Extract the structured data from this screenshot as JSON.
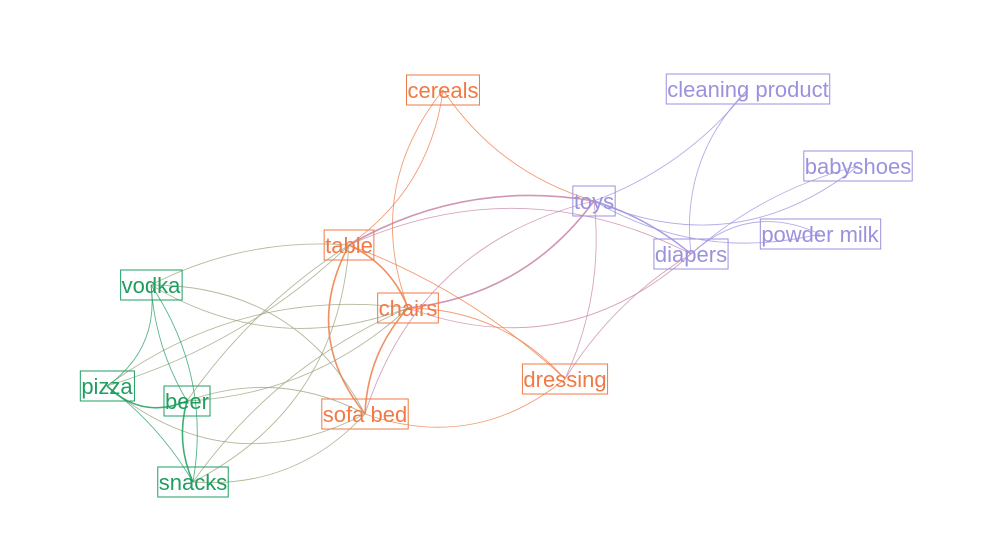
{
  "colors": {
    "green": "#1f9e60",
    "orange": "#f07a45",
    "purple": "#9b92dd",
    "olive": "#9aa27a",
    "mauve": "#c884a8"
  },
  "nodes": [
    {
      "id": "cereals",
      "label": "cereals",
      "group": "orange"
    },
    {
      "id": "cleaning",
      "label": "cleaning product",
      "group": "purple"
    },
    {
      "id": "babyshoes",
      "label": "babyshoes",
      "group": "purple"
    },
    {
      "id": "toys",
      "label": "toys",
      "group": "purple"
    },
    {
      "id": "powdermilk",
      "label": "powder milk",
      "group": "purple"
    },
    {
      "id": "diapers",
      "label": "diapers",
      "group": "purple"
    },
    {
      "id": "table",
      "label": "table",
      "group": "orange"
    },
    {
      "id": "vodka",
      "label": "vodka",
      "group": "green"
    },
    {
      "id": "chairs",
      "label": "chairs",
      "group": "orange"
    },
    {
      "id": "pizza",
      "label": "pizza",
      "group": "green"
    },
    {
      "id": "dressing",
      "label": "dressing",
      "group": "orange"
    },
    {
      "id": "beer",
      "label": "beer",
      "group": "green"
    },
    {
      "id": "sofabed",
      "label": "sofa bed",
      "group": "orange"
    },
    {
      "id": "snacks",
      "label": "snacks",
      "group": "green"
    }
  ],
  "edges": [
    {
      "source": "cereals",
      "target": "toys",
      "color": "orange"
    },
    {
      "source": "cereals",
      "target": "table",
      "color": "orange"
    },
    {
      "source": "cereals",
      "target": "chairs",
      "color": "orange"
    },
    {
      "source": "cleaning",
      "target": "toys",
      "color": "purple"
    },
    {
      "source": "cleaning",
      "target": "diapers",
      "color": "purple"
    },
    {
      "source": "babyshoes",
      "target": "toys",
      "color": "purple"
    },
    {
      "source": "babyshoes",
      "target": "diapers",
      "color": "purple"
    },
    {
      "source": "powdermilk",
      "target": "toys",
      "color": "purple"
    },
    {
      "source": "powdermilk",
      "target": "diapers",
      "color": "purple"
    },
    {
      "source": "toys",
      "target": "diapers",
      "color": "purple",
      "strong": true
    },
    {
      "source": "toys",
      "target": "table",
      "color": "mauve",
      "strong": true
    },
    {
      "source": "toys",
      "target": "chairs",
      "color": "mauve",
      "strong": true
    },
    {
      "source": "toys",
      "target": "sofabed",
      "color": "mauve"
    },
    {
      "source": "toys",
      "target": "dressing",
      "color": "mauve"
    },
    {
      "source": "diapers",
      "target": "table",
      "color": "mauve"
    },
    {
      "source": "diapers",
      "target": "chairs",
      "color": "mauve"
    },
    {
      "source": "diapers",
      "target": "dressing",
      "color": "mauve"
    },
    {
      "source": "table",
      "target": "chairs",
      "color": "orange",
      "strong": true
    },
    {
      "source": "table",
      "target": "sofabed",
      "color": "orange",
      "strong": true
    },
    {
      "source": "table",
      "target": "dressing",
      "color": "orange"
    },
    {
      "source": "chairs",
      "target": "sofabed",
      "color": "orange",
      "strong": true
    },
    {
      "source": "chairs",
      "target": "dressing",
      "color": "orange"
    },
    {
      "source": "sofabed",
      "target": "dressing",
      "color": "orange"
    },
    {
      "source": "vodka",
      "target": "table",
      "color": "olive"
    },
    {
      "source": "vodka",
      "target": "chairs",
      "color": "olive"
    },
    {
      "source": "vodka",
      "target": "sofabed",
      "color": "olive"
    },
    {
      "source": "pizza",
      "target": "table",
      "color": "olive"
    },
    {
      "source": "pizza",
      "target": "chairs",
      "color": "olive"
    },
    {
      "source": "pizza",
      "target": "sofabed",
      "color": "olive"
    },
    {
      "source": "beer",
      "target": "table",
      "color": "olive"
    },
    {
      "source": "beer",
      "target": "chairs",
      "color": "olive"
    },
    {
      "source": "beer",
      "target": "sofabed",
      "color": "olive"
    },
    {
      "source": "snacks",
      "target": "table",
      "color": "olive"
    },
    {
      "source": "snacks",
      "target": "chairs",
      "color": "olive"
    },
    {
      "source": "snacks",
      "target": "sofabed",
      "color": "olive"
    },
    {
      "source": "vodka",
      "target": "pizza",
      "color": "green"
    },
    {
      "source": "vodka",
      "target": "beer",
      "color": "green"
    },
    {
      "source": "vodka",
      "target": "snacks",
      "color": "green"
    },
    {
      "source": "pizza",
      "target": "beer",
      "color": "green",
      "strong": true
    },
    {
      "source": "pizza",
      "target": "snacks",
      "color": "green"
    },
    {
      "source": "beer",
      "target": "snacks",
      "color": "green",
      "strong": true
    }
  ]
}
